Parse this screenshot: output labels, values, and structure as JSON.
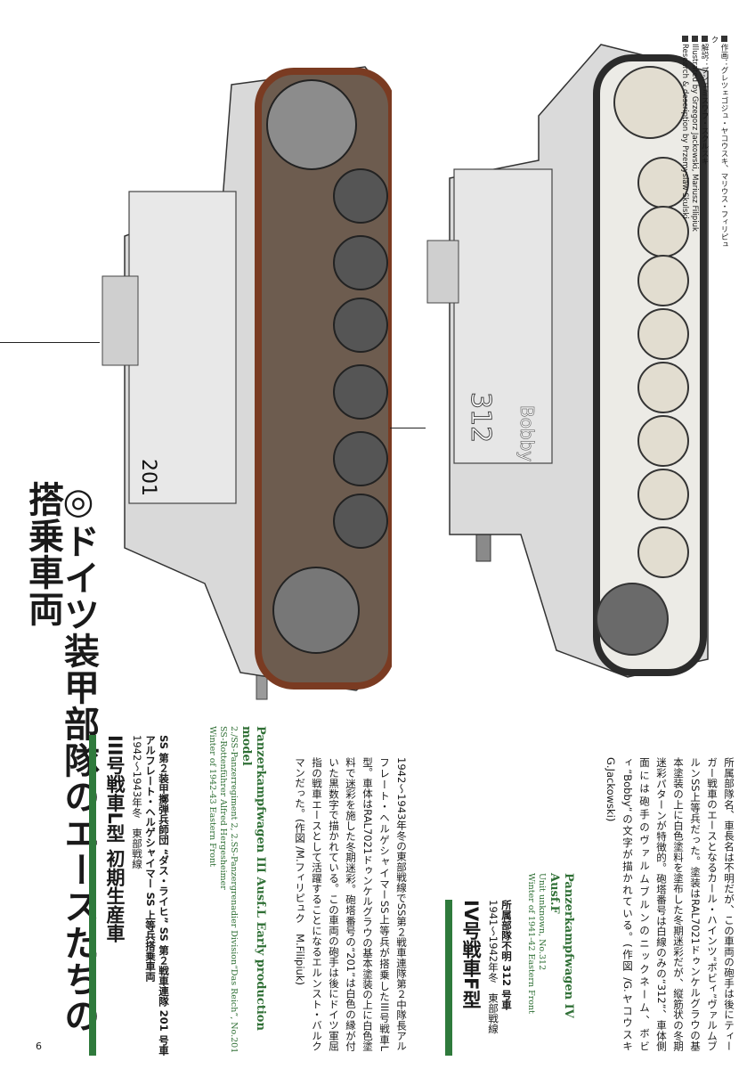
{
  "page_title": "◎ドイツ装甲部隊のエースたちの搭乗車両",
  "page_number": "6",
  "credits": {
    "line1": "作画：グレツェゴジュ・ヤコウスキ、マリウス・フィリピュク",
    "line2": "解説：プシェミスワフ・スクルスキ",
    "line3": "Illustrated by Grzegorz Jackowski, Mariusz Filipiuk",
    "line4": "Research & description by Przemyslaw Skulski"
  },
  "tank1": {
    "title": "III号戦車L型 初期生産車",
    "unit": "SS 第２装甲擲弾兵師団 “ダス・ライヒ” SS 第２戦車連隊 201 号車",
    "crew": "アルフレート・ヘルゲシャイマー SS 上等兵搭乗車両",
    "period": "1942～1943年冬　東部戦線",
    "en_title": "Panzerkampfwagen III Ausf.L Early production model",
    "en_unit": "2./SS-Panzerregiment 2, 2.SS-Panzergrenadier Division“Das Reich”, No.201",
    "en_crew": "SS-Rottenführer Alfred Hergesheimer",
    "en_period": "Winter of 1942-43 Eastern Front",
    "description": "1942～1943年冬の東部戦線でSS第２戦車連隊第２中隊長アルフレート・ヘルゲシャイマーSS上等兵が搭乗したIII号戦車L型。車体はRAL7021ドゥンケルグラウの基本塗装の上に白色塗料で迷彩を施した冬期迷彩。砲塔番号の“201”は白色の縁が付いた黒数字で描かれている。この車両の砲手は後にドイツ軍屈指の戦車エースとして活躍することになるエルンスト・バルクマンだった。(作図 /M.フィリピュク　M.Filipiuk)",
    "turret_number": "201"
  },
  "tank2": {
    "title": "IV号戦車F型",
    "unit": "所属部隊不明 312 号車",
    "period": "1941～1942年冬　東部戦線",
    "en_title": "Panzerkampfwagen IV Ausf.F",
    "en_unit": "Unit unknown, No.312",
    "en_period": "Winter of 1941-42 Eastern Front",
    "description": "所属部隊名、車長名は不明だが、この車両の砲手は後にティーガー戦車のエースとなるカール・ハインツ“ボビィ”ヴァルムブルンSS上等兵だった。塗装はRAL7021ドゥンケルグラウの基本塗装の上に白色塗料を塗布した冬期迷彩だが、縦筋状の冬期迷彩パターンが特徴的。砲塔番号は白線のみの“312”、車体側面には砲手のヴァルムブルンのニックネーム、ボビィ“Bobby”の文字が描かれている。(作図 /G.ヤコウスキ　G.Jackowski)",
    "turret_number": "312",
    "nickname": "Bobby"
  }
}
